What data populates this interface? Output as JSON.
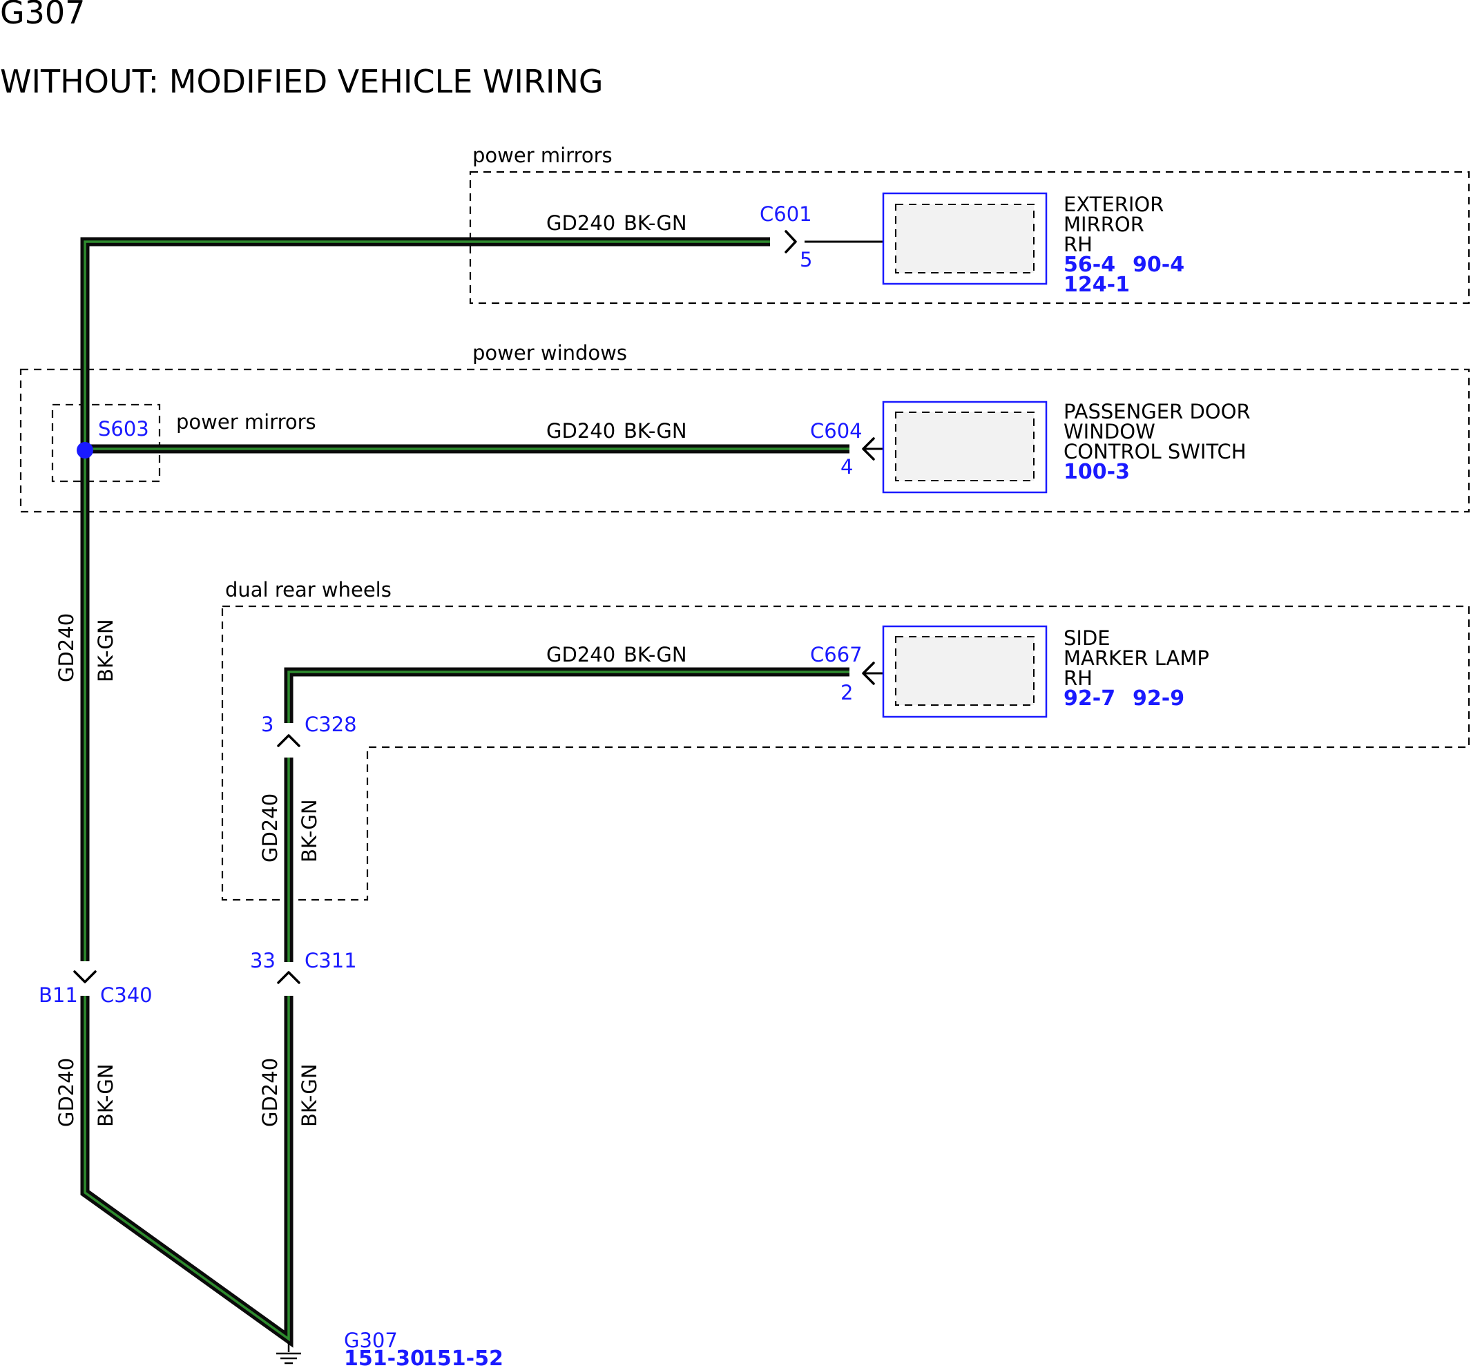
{
  "title": "G307",
  "subtitle": "WITHOUT: MODIFIED VEHICLE WIRING",
  "groups": {
    "mirrors": "power mirrors",
    "windows": "power windows",
    "splice": "power mirrors",
    "dual_rear": "dual rear wheels"
  },
  "wire": {
    "circuit": "GD240",
    "color": "BK-GN"
  },
  "connectors": {
    "c601": {
      "name": "C601",
      "pin": "5"
    },
    "c604": {
      "name": "C604",
      "pin": "4"
    },
    "c667": {
      "name": "C667",
      "pin": "2"
    },
    "c328": {
      "name": "C328",
      "pin": "3"
    },
    "c311": {
      "name": "C311",
      "pin": "33"
    },
    "c340": {
      "name": "C340",
      "pin": "B11"
    }
  },
  "splice": {
    "name": "S603"
  },
  "components": {
    "mirror": {
      "lines": [
        "EXTERIOR",
        "MIRROR",
        "RH"
      ],
      "refs": [
        "56-4",
        "90-4",
        "124-1"
      ]
    },
    "switch": {
      "lines": [
        "PASSENGER DOOR",
        "WINDOW",
        "CONTROL SWITCH"
      ],
      "refs": [
        "100-3"
      ]
    },
    "lamp": {
      "lines": [
        "SIDE",
        "MARKER LAMP",
        "RH"
      ],
      "refs": [
        "92-7",
        "92-9"
      ]
    }
  },
  "ground": {
    "name": "G307",
    "refs": [
      "151-30",
      "151-52"
    ]
  },
  "colors": {
    "link": "#1a1aff",
    "wire_core": "#2e8b2e",
    "wire_outline": "#0a0a0a"
  }
}
